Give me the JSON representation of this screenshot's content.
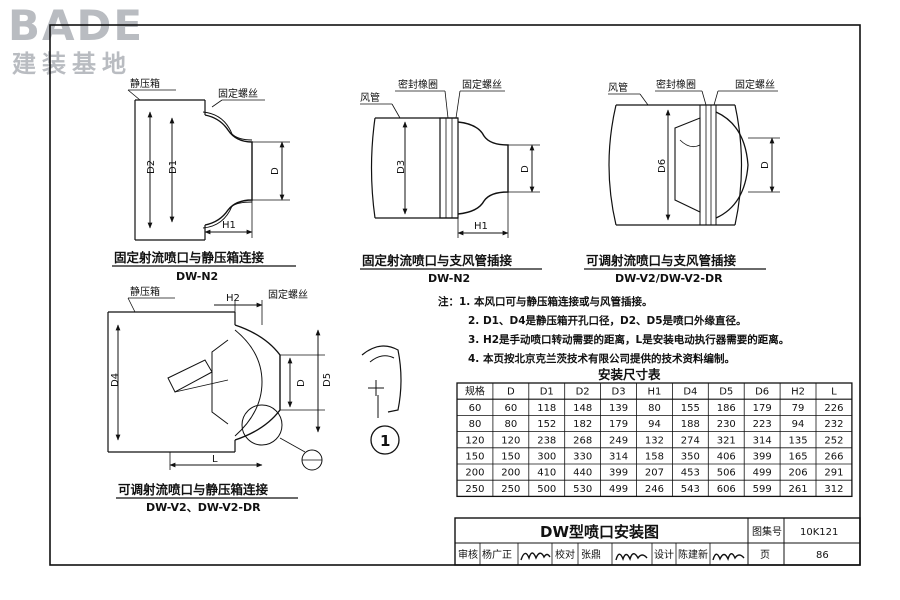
{
  "logo": {
    "word": "BADE",
    "sub": "建装基地"
  },
  "figures": {
    "fig1": {
      "caption": "固定射流喷口与静压箱连接",
      "model": "DW-N2",
      "labels": {
        "box": "静压箱",
        "screw": "固定螺丝",
        "d2": "D2",
        "d1": "D1",
        "d": "D",
        "h1": "H1"
      }
    },
    "fig2": {
      "caption": "固定射流喷口与支风管插接",
      "model": "DW-N2",
      "labels": {
        "duct": "风管",
        "gasket": "密封橡圈",
        "screw": "固定螺丝",
        "d3": "D3",
        "d": "D",
        "h1": "H1"
      }
    },
    "fig3": {
      "caption": "可调射流喷口与支风管插接",
      "model": "DW-V2/DW-V2-DR",
      "labels": {
        "duct": "风管",
        "gasket": "密封橡圈",
        "screw": "固定螺丝",
        "d6": "D6",
        "d": "D"
      }
    },
    "fig4": {
      "caption": "可调射流喷口与静压箱连接",
      "model": "DW-V2、DW-V2-DR",
      "labels": {
        "box": "静压箱",
        "h2": "H2",
        "screw": "固定螺丝",
        "d4": "D4",
        "d": "D",
        "d5": "D5",
        "l": "L"
      }
    },
    "detail": {
      "number": "1"
    }
  },
  "notes": [
    "注：1. 本风口可与静压箱连接或与风管插接。",
    "2. D1、D4是静压箱开孔口径，D2、D5是喷口外缘直径。",
    "3. H2是手动喷口转动需要的距离，L是安装电动执行器需要的距离。",
    "4. 本页按北京克兰茨技术有限公司提供的技术资料编制。"
  ],
  "table": {
    "title": "安装尺寸表",
    "headers": [
      "规格",
      "D",
      "D1",
      "D2",
      "D3",
      "H1",
      "D4",
      "D5",
      "D6",
      "H2",
      "L"
    ],
    "rows": [
      [
        "60",
        "60",
        "118",
        "148",
        "139",
        "80",
        "155",
        "186",
        "179",
        "79",
        "226"
      ],
      [
        "80",
        "80",
        "152",
        "182",
        "179",
        "94",
        "188",
        "230",
        "223",
        "94",
        "232"
      ],
      [
        "120",
        "120",
        "238",
        "268",
        "249",
        "132",
        "274",
        "321",
        "314",
        "135",
        "252"
      ],
      [
        "150",
        "150",
        "300",
        "330",
        "314",
        "158",
        "350",
        "406",
        "399",
        "165",
        "266"
      ],
      [
        "200",
        "200",
        "410",
        "440",
        "399",
        "207",
        "453",
        "506",
        "499",
        "206",
        "291"
      ],
      [
        "250",
        "250",
        "500",
        "530",
        "499",
        "246",
        "543",
        "606",
        "599",
        "261",
        "312"
      ]
    ]
  },
  "titleblock": {
    "title": "DW型喷口安装图",
    "atlas_label": "图集号",
    "atlas_no": "10K121",
    "review_label": "审核",
    "reviewer": "杨广正",
    "check_label": "校对",
    "checker": "张鼎",
    "design_label": "设计",
    "designer": "陈建新",
    "page_label": "页",
    "page_no": "86"
  }
}
